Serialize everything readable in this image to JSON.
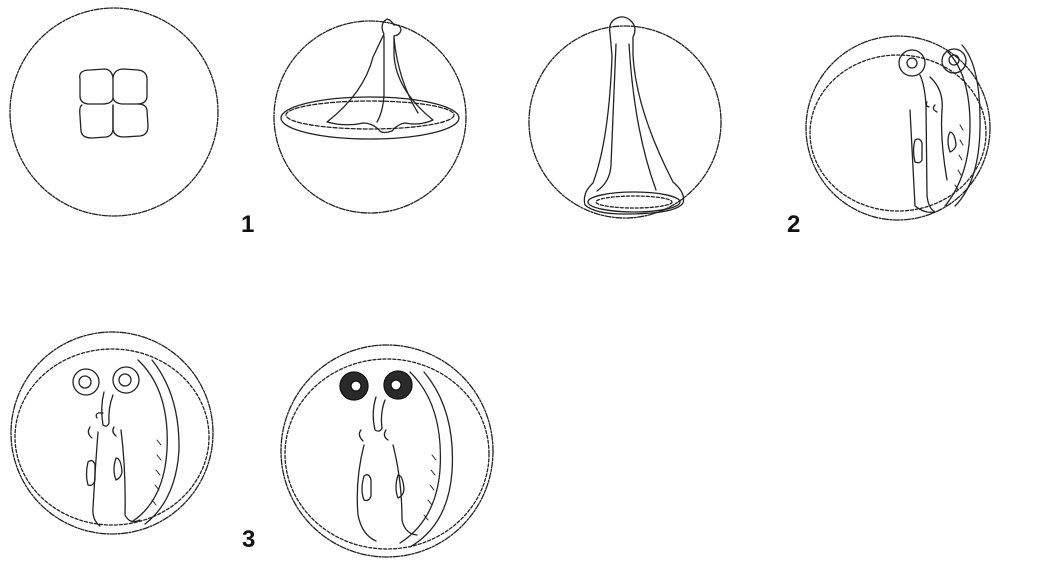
{
  "figure": {
    "labels": [
      "1",
      "2",
      "3"
    ]
  },
  "colors": {
    "ink": "#222222",
    "pigment": "#2a2a2a",
    "background": "#ffffff"
  },
  "stages": [
    {
      "name": "four-cell-stage"
    },
    {
      "name": "neural-keel-stage"
    },
    {
      "name": "tail-bud-stage"
    },
    {
      "name": "eye-formation-stage"
    },
    {
      "name": "somite-embryo-stage"
    },
    {
      "name": "pigmented-eye-stage"
    }
  ]
}
